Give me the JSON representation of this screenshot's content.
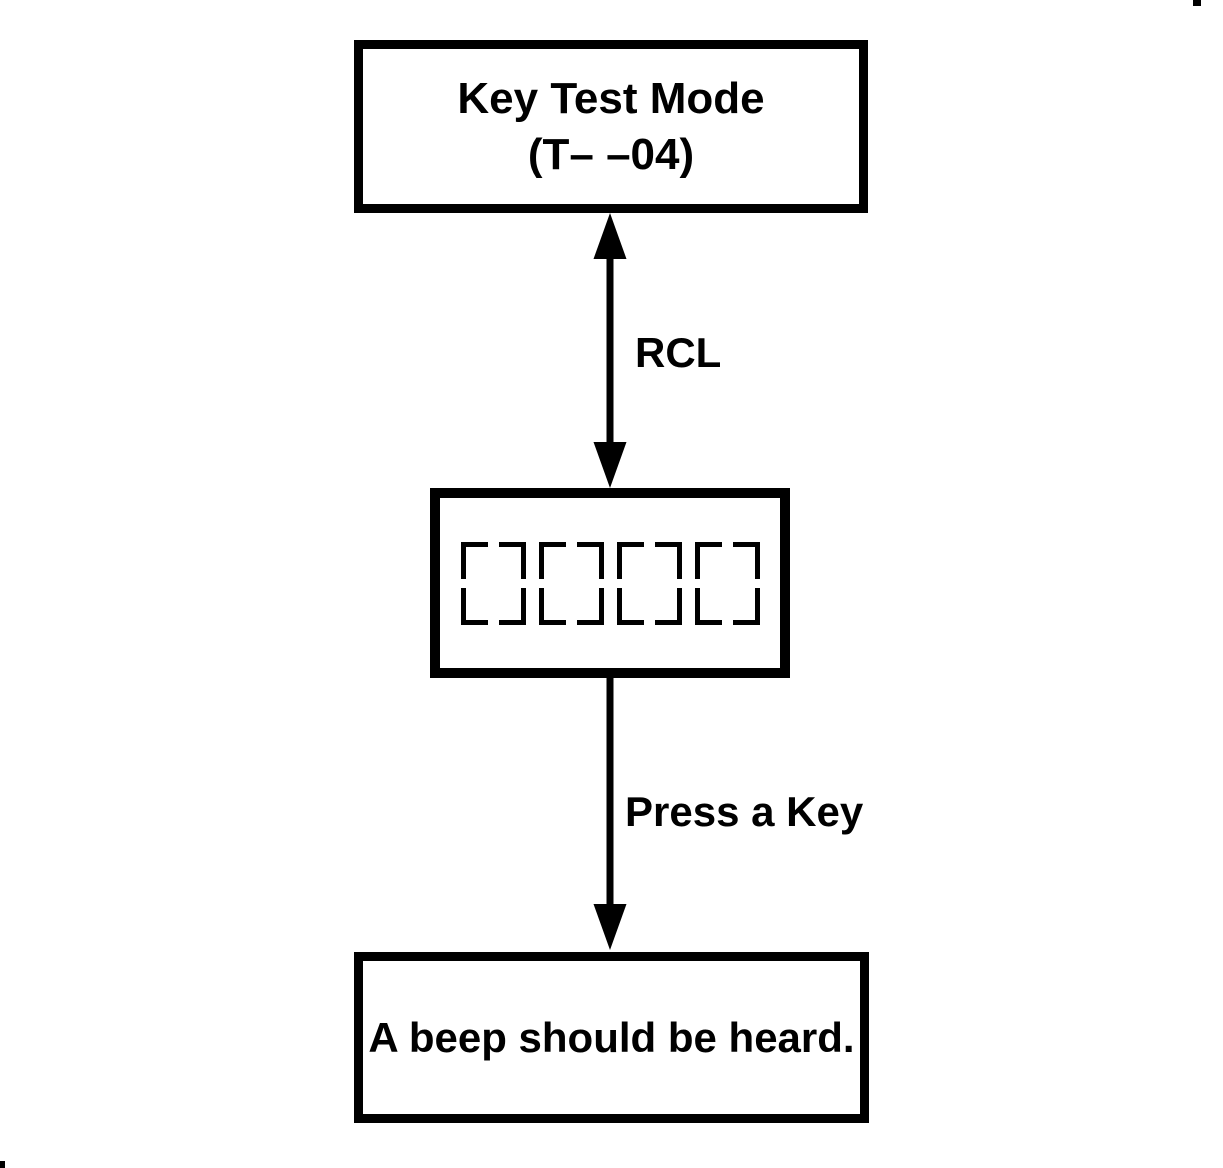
{
  "colors": {
    "ink": "#000000",
    "paper": "#ffffff"
  },
  "flowchart": {
    "top_box": {
      "title": "Key Test Mode",
      "subtitle": "(T– –04)"
    },
    "rcl_arrow": {
      "label": "RCL",
      "direction": "bidirectional"
    },
    "display_box": {
      "digit_count": 4
    },
    "press_key_arrow": {
      "label": "Press a Key",
      "direction": "down"
    },
    "result_box": {
      "text": "A beep should be heard."
    }
  }
}
